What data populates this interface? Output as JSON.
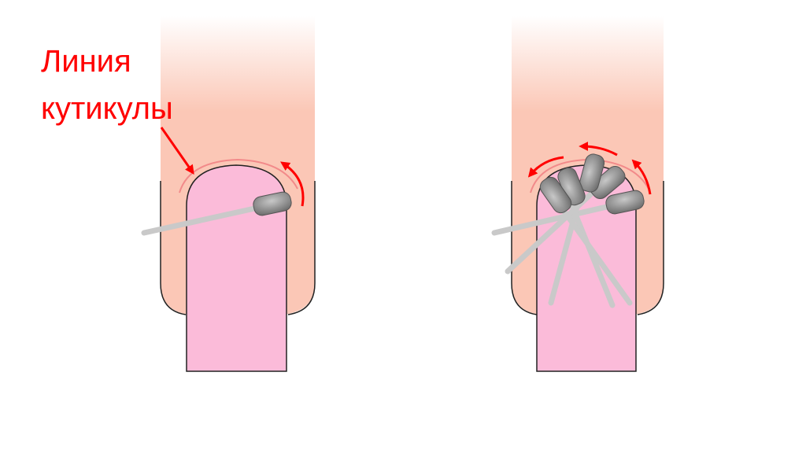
{
  "label": {
    "lines": [
      "Линия",
      "кутикулы"
    ]
  },
  "colors": {
    "annotation": "#ff0000",
    "skin": "#fbc7b6",
    "nail": "#fbbbd9",
    "outline": "#222222",
    "cuticle": "#f28a8a",
    "bit_head": "#8f8f8f",
    "bit_shank": "#c9c9c9",
    "background": "#ffffff"
  },
  "icons": [
    "finger-illustration",
    "nail-plate-illustration",
    "drill-bit-illustration",
    "direction-arrow-icon"
  ]
}
